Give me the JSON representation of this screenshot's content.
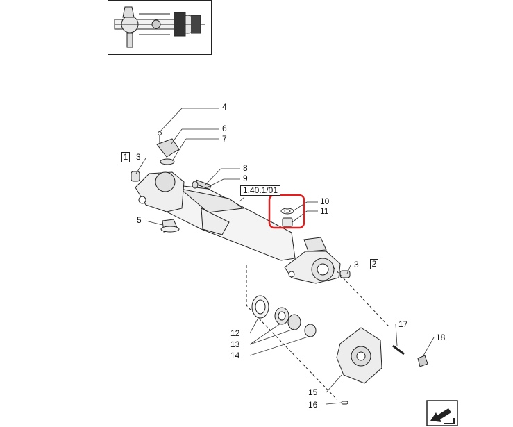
{
  "callouts": {
    "c1": "1",
    "c2": "2",
    "c3a": "3",
    "c3b": "3",
    "c4": "4",
    "c5": "5",
    "c6": "6",
    "c7": "7",
    "c8": "8",
    "c9": "9",
    "c10": "10",
    "c11": "11",
    "c12": "12",
    "c13": "13",
    "c14": "14",
    "c15": "15",
    "c16": "16",
    "c17": "17",
    "c18": "18"
  },
  "reference": "1.40.1/01",
  "highlight_color": "#e02020",
  "icons": {
    "thumbnail": "axle-overview-thumbnail",
    "navigation": "next-page-arrow-icon"
  }
}
